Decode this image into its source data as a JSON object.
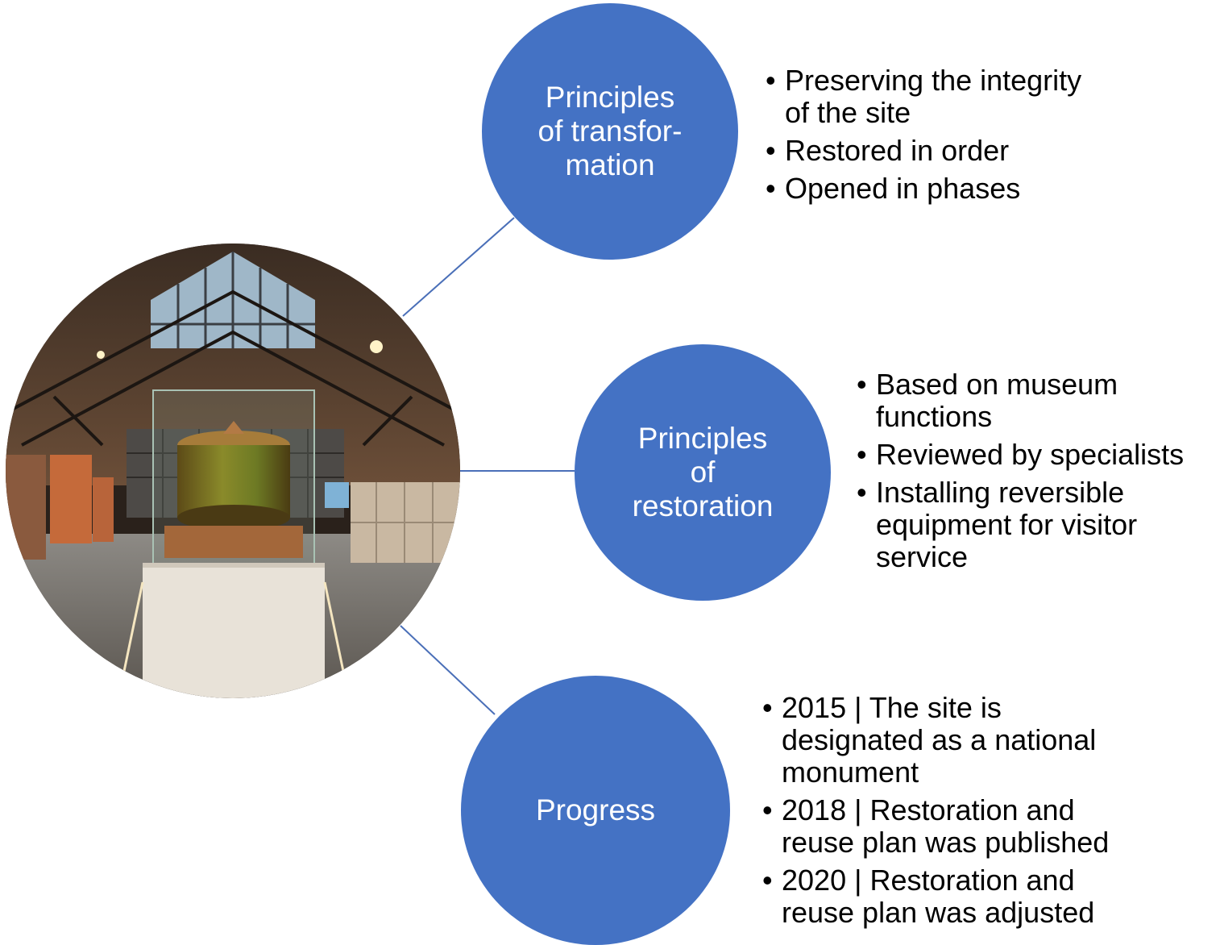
{
  "colors": {
    "node_fill": "#4472C4",
    "connector": "#4A6FB8"
  },
  "photo": {
    "subject": "museum-exhibition-hall-photo"
  },
  "nodes": [
    {
      "label": "Principles\nof transfor-\nmation"
    },
    {
      "label": "Principles\nof\nrestoration"
    },
    {
      "label": "Progress"
    }
  ],
  "bullets": {
    "transformation": [
      "Preserving the integrity\nof the site",
      "Restored in order",
      "Opened in phases"
    ],
    "restoration": [
      "Based on museum\nfunctions",
      "Reviewed by specialists",
      "Installing reversible\nequipment for visitor\nservice"
    ],
    "progress": [
      "2015 | The site is\ndesignated as a national\nmonument",
      "2018 | Restoration and\nreuse plan was published",
      "2020 | Restoration and\nreuse plan was adjusted"
    ]
  }
}
